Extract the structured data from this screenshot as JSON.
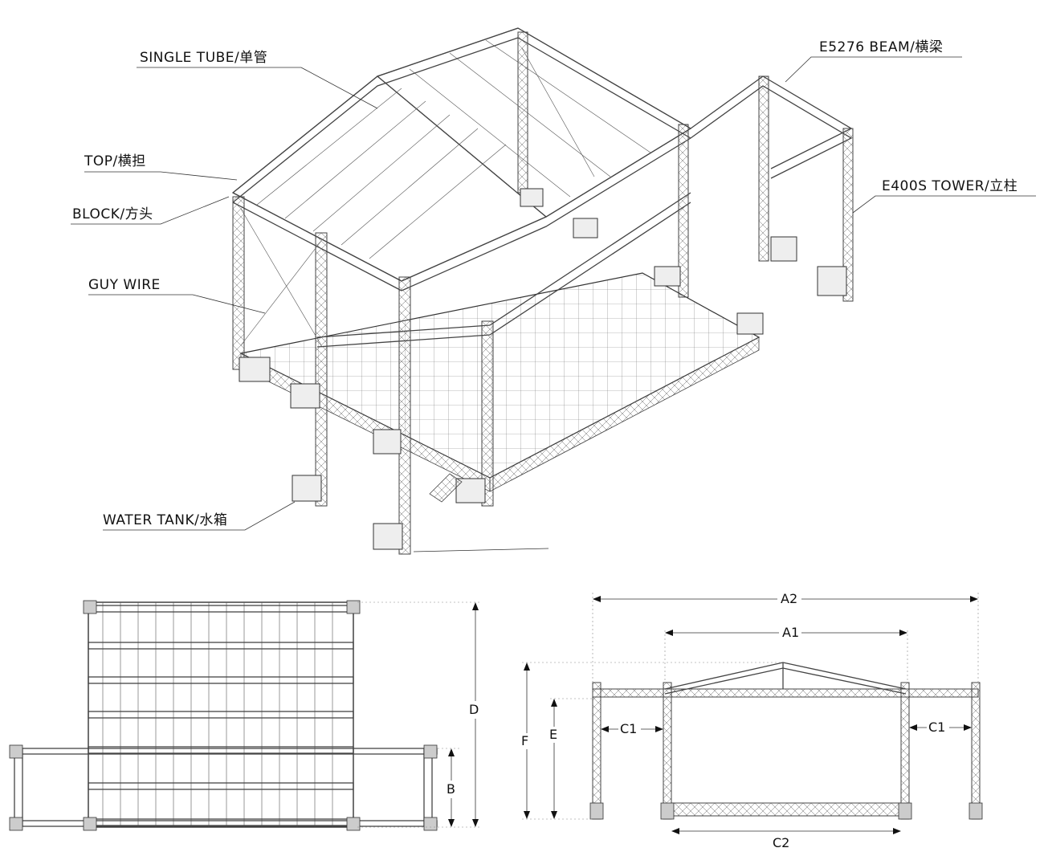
{
  "labels": {
    "single_tube": "SINGLE TUBE/单管",
    "top": "TOP/横担",
    "block": "BLOCK/方头",
    "guy_wire": "GUY WIRE",
    "water_tank": "WATER TANK/水箱",
    "beam": "E5276 BEAM/横梁",
    "tower": "E400S TOWER/立柱"
  },
  "dims": {
    "a2": "A2",
    "a1": "A1",
    "c1_left": "C1",
    "c1_right": "C1",
    "c2": "C2",
    "f": "F",
    "e": "E",
    "d": "D",
    "b": "B"
  }
}
